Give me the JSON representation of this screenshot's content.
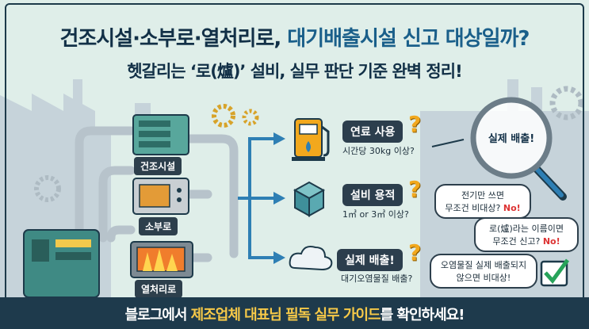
{
  "title": {
    "part1": "건조시설·소부로·열처리로, ",
    "part2": "대기배출시설 신고 대상일까?"
  },
  "subtitle": "헷갈리는 ‘로(爐)’ 설비, 실무 판단 기준 완벽 정리!",
  "facilities": [
    {
      "label": "건조시설"
    },
    {
      "label": "소부로"
    },
    {
      "label": "열처리로"
    }
  ],
  "criteria": [
    {
      "title": "연료 사용",
      "sub": "시간당 30kg 이상?"
    },
    {
      "title": "설비 용적",
      "sub": "1㎥ or 3㎥ 이상?"
    },
    {
      "title": "실제 배출!",
      "sub": "대기오염물질 배출?"
    }
  ],
  "magnifier_text": "실제 배출!",
  "bubbles": [
    {
      "line1": "전기만 쓰면",
      "line2": "무조건 비대상?",
      "no": "No!"
    },
    {
      "line1": "로(爐)라는 이름이면",
      "line2": "무조건 신고?",
      "no": "No!"
    },
    {
      "line1": "오염물질 실제 배출되지",
      "line2": "않으면 비대상!",
      "no": ""
    }
  ],
  "question_mark": "?",
  "bottom": {
    "pre": "블로그에서 ",
    "highlight": "제조업체 대표님 필독 실무 가이드",
    "post": "를 확인하세요!"
  },
  "colors": {
    "background": "#dfeee9",
    "navy": "#1e3a4c",
    "accent_blue": "#1a5f8a",
    "highlight_yellow": "#f7c948",
    "no_red": "#d33333",
    "pipe": "#b7c3cb",
    "arrow": "#2e7fb4"
  },
  "icons": [
    "factory-icon",
    "gear-icon",
    "fuel-pump-icon",
    "cube-icon",
    "cloud-icon",
    "magnifier-icon",
    "checkbox-icon",
    "sparkle-icon",
    "flame-icon",
    "tank-icon"
  ]
}
